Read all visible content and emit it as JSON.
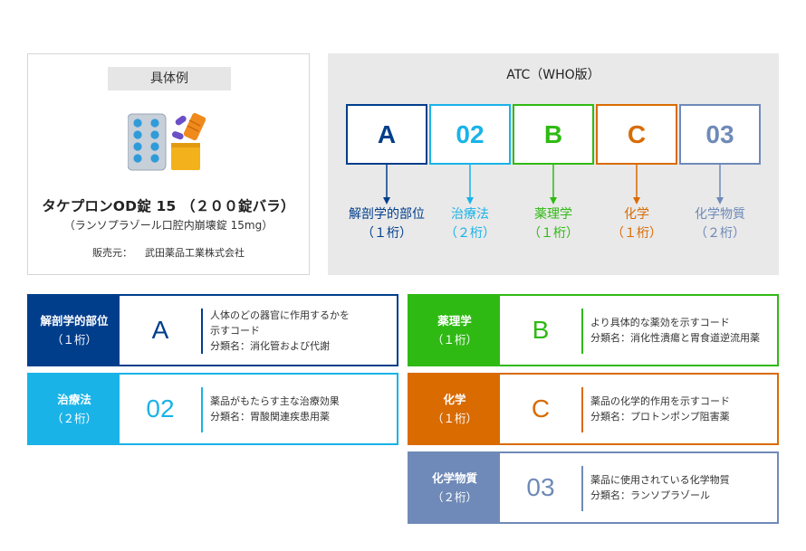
{
  "example": {
    "label": "具体例",
    "product_name": "タケプロンOD錠 15 （２００錠バラ）",
    "generic_name": "（ランソプラゾール口腔内崩壊錠 15mg）",
    "seller_label": "販売元：",
    "seller_name": "武田薬品工業株式会社",
    "icon": "medicine-icon"
  },
  "atc": {
    "title": "ATC（WHO版）",
    "codes": [
      {
        "code": "A",
        "level_name": "解剖学的部位",
        "digits": "（１桁）",
        "color": "#003e8c"
      },
      {
        "code": "02",
        "level_name": "治療法",
        "digits": "（２桁）",
        "color": "#19b3e8"
      },
      {
        "code": "B",
        "level_name": "薬理学",
        "digits": "（１桁）",
        "color": "#2fba13"
      },
      {
        "code": "C",
        "level_name": "化学",
        "digits": "（１桁）",
        "color": "#d96b00"
      },
      {
        "code": "03",
        "level_name": "化学物質",
        "digits": "（２桁）",
        "color": "#6f8ab8"
      }
    ]
  },
  "legend": [
    {
      "title": "解剖学的部位",
      "digits": "（１桁）",
      "code": "A",
      "color": "#003e8c",
      "line1": "人体のどの器官に作用するかを",
      "line2": "示すコード",
      "line3": "分類名：消化管および代謝"
    },
    {
      "title": "薬理学",
      "digits": "（１桁）",
      "code": "B",
      "color": "#2fba13",
      "line1": "より具体的な薬効を示すコード",
      "line2": "分類名：消化性潰瘍と胃食道逆流用薬"
    },
    {
      "title": "治療法",
      "digits": "（２桁）",
      "code": "02",
      "color": "#19b3e8",
      "line1": "薬品がもたらす主な治療効果",
      "line2": "分類名：胃酸関連疾患用薬"
    },
    {
      "title": "化学",
      "digits": "（１桁）",
      "code": "C",
      "color": "#d96b00",
      "line1": "薬品の化学的作用を示すコード",
      "line2": "分類名：プロトンポンプ阻害薬"
    },
    {
      "title": "化学物質",
      "digits": "（２桁）",
      "code": "03",
      "color": "#6f8ab8",
      "line1": "薬品に使用されている化学物質",
      "line2": "分類名：ランソプラゾール"
    }
  ]
}
